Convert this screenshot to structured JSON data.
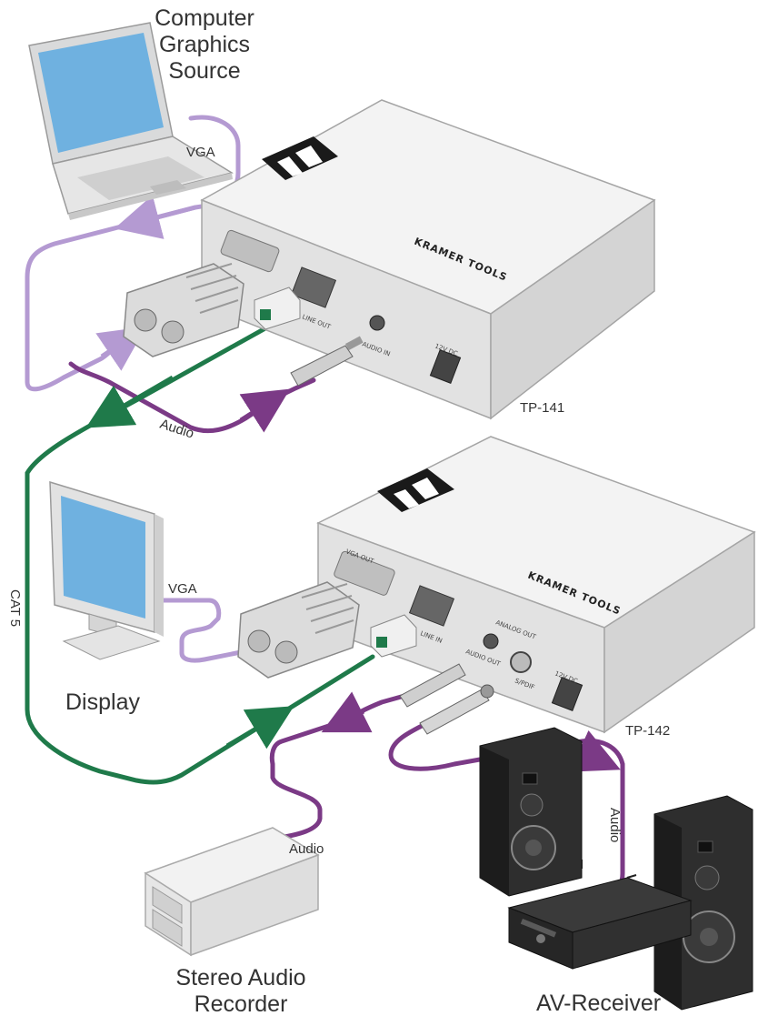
{
  "colors": {
    "vga_cable": "#b49ad2",
    "audio_cable": "#7b3a86",
    "cat5_cable": "#1f7a4a",
    "device_body": "#ececec"
  },
  "labels": {
    "source": [
      "Computer",
      "Graphics",
      "Source"
    ],
    "display": "Display",
    "stereo_recorder": [
      "Stereo Audio",
      "Recorder"
    ],
    "av_receiver": "AV-Receiver",
    "tp141": "TP-141",
    "tp142": "TP-142",
    "vga_top": "VGA",
    "vga_display": "VGA",
    "audio_tp141": "Audio",
    "audio_recorder": "Audio",
    "audio_receiver": "Audio",
    "cat5": "CAT 5",
    "brand": "KRAMER TOOLS",
    "tp141_ports": {
      "line_out": "LINE OUT",
      "audio_in": "AUDIO IN",
      "power": "12V DC"
    },
    "tp142_ports": {
      "vga_out": "VGA OUT",
      "line_in": "LINE IN",
      "audio_out": "AUDIO OUT",
      "power": "12V DC",
      "spdif": "S/PDIF",
      "analog_out": "ANALOG OUT"
    }
  }
}
